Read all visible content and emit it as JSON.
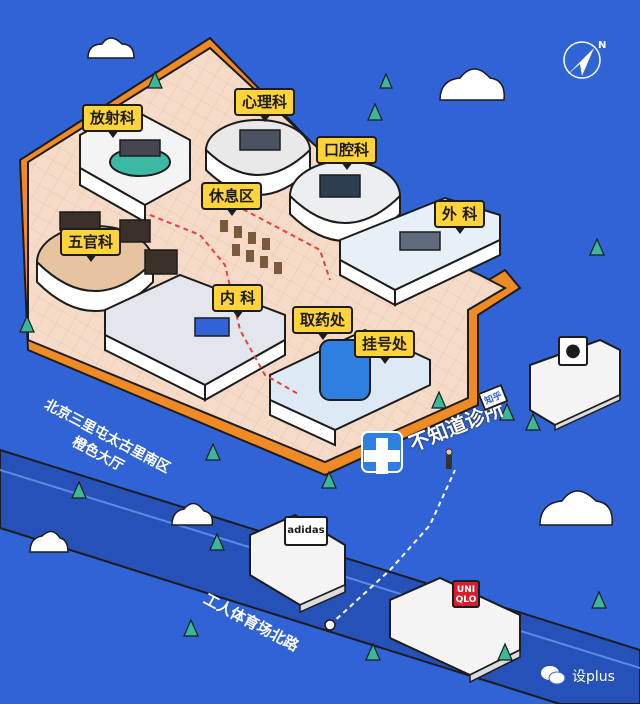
{
  "map_title": "",
  "departments": [
    {
      "id": "radiology",
      "label": "放射科"
    },
    {
      "id": "psychology",
      "label": "心理科"
    },
    {
      "id": "dental",
      "label": "口腔科"
    },
    {
      "id": "rest_area",
      "label": "休息区"
    },
    {
      "id": "surgery",
      "label": "外 科"
    },
    {
      "id": "ent",
      "label": "五官科"
    },
    {
      "id": "internal",
      "label": "内 科"
    },
    {
      "id": "pharmacy",
      "label": "取药处"
    },
    {
      "id": "registration",
      "label": "挂号处"
    }
  ],
  "venue": {
    "line1": "北京三里屯太古里南区",
    "line2": "橙色大厅"
  },
  "clinic": {
    "name": "不知道诊所",
    "badge": "知乎"
  },
  "street": "工人体育场北路",
  "stores": {
    "adidas": "adidas",
    "uniqlo_top": "UNI",
    "uniqlo_bottom": "QLO"
  },
  "watermark": "设plus",
  "colors": {
    "ocean": "#2f63d6",
    "wall": "#f08a24",
    "floor": "#f6dcc8",
    "label": "#ffd43a",
    "road": "#2651b8"
  }
}
